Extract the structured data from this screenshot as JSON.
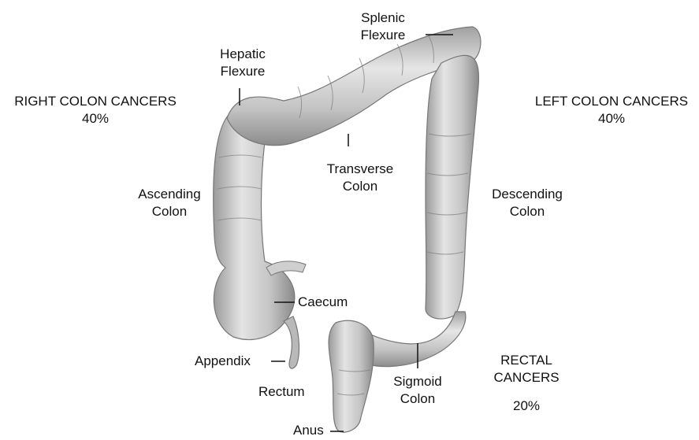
{
  "regions": {
    "right": {
      "name": "RIGHT COLON CANCERS",
      "percent": "40%"
    },
    "left": {
      "name": "LEFT COLON CANCERS",
      "percent": "40%"
    },
    "rectal": {
      "line1": "RECTAL",
      "line2": "CANCERS",
      "percent": "20%"
    }
  },
  "parts": {
    "splenic_flexure": [
      "Splenic",
      "Flexure"
    ],
    "hepatic_flexure": [
      "Hepatic",
      "Flexure"
    ],
    "transverse_colon": [
      "Transverse",
      "Colon"
    ],
    "ascending_colon": [
      "Ascending",
      "Colon"
    ],
    "descending_colon": [
      "Descending",
      "Colon"
    ],
    "caecum": "Caecum",
    "appendix": "Appendix",
    "rectum": "Rectum",
    "sigmoid_colon": [
      "Sigmoid",
      "Colon"
    ],
    "anus": "Anus"
  },
  "colors": {
    "tissue": "#c9c9c9",
    "tissue_dark": "#8e8e8e",
    "tissue_light": "#e6e6e6",
    "ink": "#111111"
  }
}
